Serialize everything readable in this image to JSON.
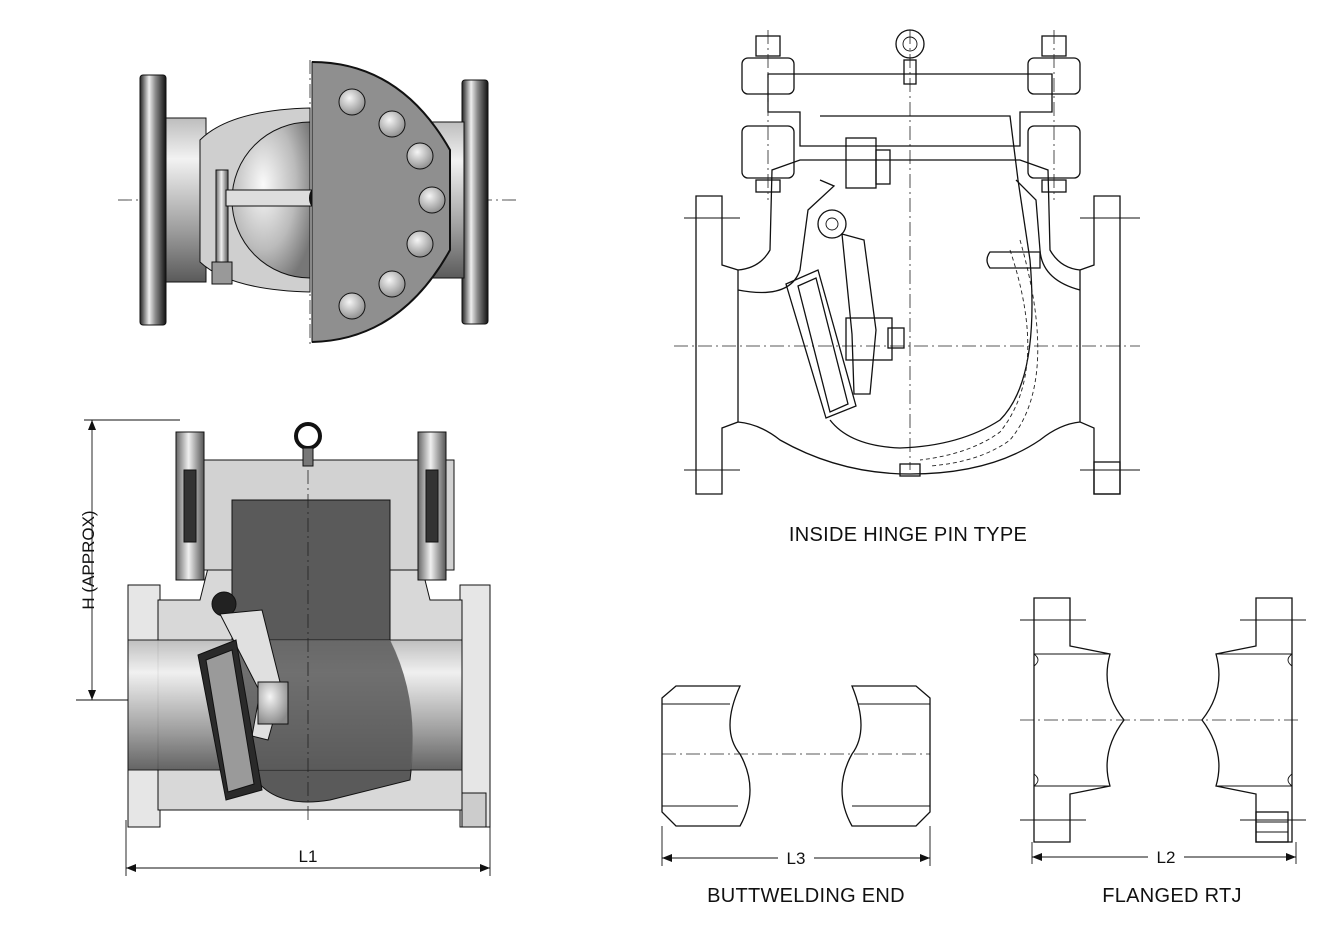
{
  "captions": {
    "inside_hinge": "INSIDE HINGE PIN TYPE",
    "buttwelding": "BUTTWELDING END",
    "flanged_rtj": "FLANGED RTJ"
  },
  "dimensions": {
    "height": "H (APPROX)",
    "l1": "L1",
    "l2": "L2",
    "l3": "L3"
  }
}
